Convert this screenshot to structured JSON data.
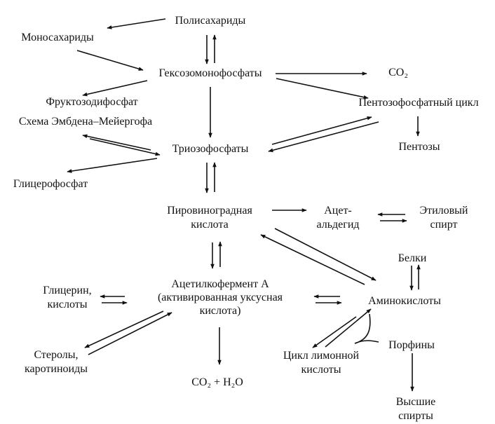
{
  "nodes": {
    "polysaccharides": [
      "Полисахариды"
    ],
    "monosaccharides": [
      "Моносахариды"
    ],
    "hexose_monophosphates": [
      "Гексозомонофосфаты"
    ],
    "co2": [
      "CO₂"
    ],
    "fructose_diphosphate": [
      "Фруктозодифосфат"
    ],
    "embden_meyerhof": [
      "Схема Эмбдена–Мейергофа"
    ],
    "pentose_phosphate_cycle": [
      "Пентозофосфатный цикл"
    ],
    "pentoses": [
      "Пентозы"
    ],
    "triose_phosphates": [
      "Триозофосфаты"
    ],
    "glycerophosphate": [
      "Глицерофосфат"
    ],
    "pyruvic_acid": [
      "Пировиноградная",
      "кислота"
    ],
    "acetaldehyde": [
      "Ацет-",
      "альдегид"
    ],
    "ethyl_alcohol": [
      "Этиловый",
      "спирт"
    ],
    "proteins": [
      "Белки"
    ],
    "glycerol_acids": [
      "Глицерин,",
      "кислоты"
    ],
    "acetyl_coa": [
      "Ацетилкофермент А",
      "(активированная уксусная",
      "кислота)"
    ],
    "amino_acids": [
      "Аминокислоты"
    ],
    "porphyrins": [
      "Порфины"
    ],
    "sterols": [
      "Стеролы,",
      "каротиноиды"
    ],
    "citric_cycle": [
      "Цикл лимонной",
      "кислоты"
    ],
    "co2_h2o": [
      "CO₂ + H₂O"
    ],
    "higher_alcohols": [
      "Высшие",
      "спирты"
    ]
  }
}
